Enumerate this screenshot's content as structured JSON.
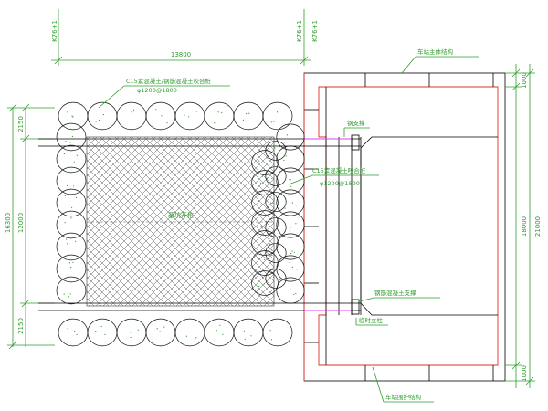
{
  "dimensions": {
    "top_total": "13800",
    "left_top": "2150",
    "left_mid": "12000",
    "left_total": "16300",
    "left_bottom": "2150",
    "right_top": "1000",
    "right_mid": "18000",
    "right_total": "21000",
    "right_bottom": "1000"
  },
  "axis_labels": {
    "top_left": "K76+1",
    "top_right_1": "K76+1",
    "top_right_2": "K76+1"
  },
  "annotations": {
    "pile_ring_top": "C15素混凝土/钢筋混凝土咬合桩",
    "pile_ring_top_spec": "φ1200@1800",
    "pile_inner": "C15素混凝土咬合桩",
    "pile_inner_spec": "φ1200@1800",
    "pit_label": "基坑开挖",
    "upper_right": "车站主体结构",
    "strut_upper": "钢支撑",
    "strut_lower_a": "钢筋混凝土支撑",
    "strut_lower_b": "临时立柱",
    "bottom_right": "车站围护结构"
  },
  "colors": {
    "green": "#2e9c2e",
    "red": "#e0302a",
    "magenta": "#e040e0",
    "black": "#000000"
  }
}
